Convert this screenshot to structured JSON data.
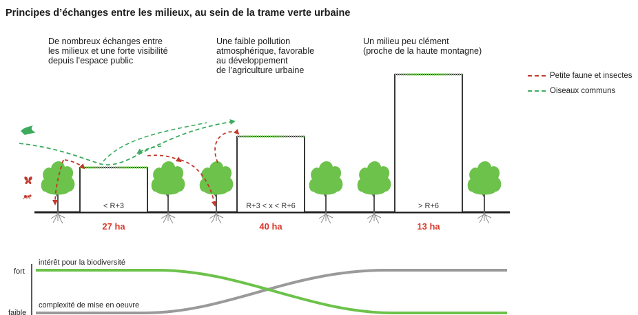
{
  "title": "Principes d’échanges entre les milieux, au sein de la trame verte urbaine",
  "descriptions": [
    "De nombreux échanges entre\nles milieux et une forte visibilité\ndepuis l’espace public",
    "Une faible pollution\natmosphérique, favorable\nau développement\nde l’agriculture urbaine",
    "Un milieu peu clément\n(proche de la haute montagne)"
  ],
  "legend": {
    "fauna": "Petite faune et insectes",
    "birds": "Oiseaux communs"
  },
  "colors": {
    "fauna": "#c0392b",
    "birds": "#3dab5e",
    "tree": "#6cc24a",
    "area": "#d93a2b",
    "biodiversity_curve": "#6cc24a",
    "complexity_curve": "#9a9a9a"
  },
  "buildings": [
    {
      "height_label": "< R+3",
      "area": "27 ha"
    },
    {
      "height_label": "R+3 < x < R+6",
      "area": "40 ha"
    },
    {
      "height_label": "> R+6",
      "area": "13 ha"
    }
  ],
  "bottom_chart": {
    "y_high": "fort",
    "y_low": "faible",
    "biodiversity_label": "intérêt pour la biodiversité",
    "complexity_label": "complexité de mise en oeuvre"
  }
}
